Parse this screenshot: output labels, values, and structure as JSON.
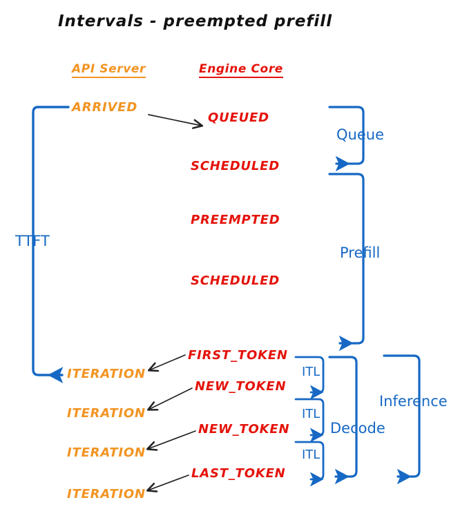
{
  "diagram": {
    "title": "Intervals - preempted prefill",
    "colors": {
      "api_server": "#F29422",
      "engine_core": "#E4130B",
      "annotation": "#1668C4",
      "arrow": "#222222",
      "background": "#FFFFFF"
    },
    "columns": [
      {
        "label": "API Server",
        "color": "#F29422"
      },
      {
        "label": "Engine Core",
        "color": "#E4130B"
      }
    ],
    "api_server_events": [
      {
        "label": "ARRIVED"
      },
      {
        "label": "ITERATION"
      },
      {
        "label": "ITERATION"
      },
      {
        "label": "ITERATION"
      },
      {
        "label": "ITERATION"
      }
    ],
    "engine_core_events": [
      {
        "label": "QUEUED"
      },
      {
        "label": "SCHEDULED"
      },
      {
        "label": "PREEMPTED"
      },
      {
        "label": "SCHEDULED"
      },
      {
        "label": "FIRST_TOKEN"
      },
      {
        "label": "NEW_TOKEN"
      },
      {
        "label": "NEW_TOKEN"
      },
      {
        "label": "LAST_TOKEN"
      }
    ],
    "intervals": [
      {
        "label": "TTFT"
      },
      {
        "label": "Queue"
      },
      {
        "label": "Prefill"
      },
      {
        "label": "ITL"
      },
      {
        "label": "ITL"
      },
      {
        "label": "ITL"
      },
      {
        "label": "Decode"
      },
      {
        "label": "Inference"
      }
    ]
  }
}
